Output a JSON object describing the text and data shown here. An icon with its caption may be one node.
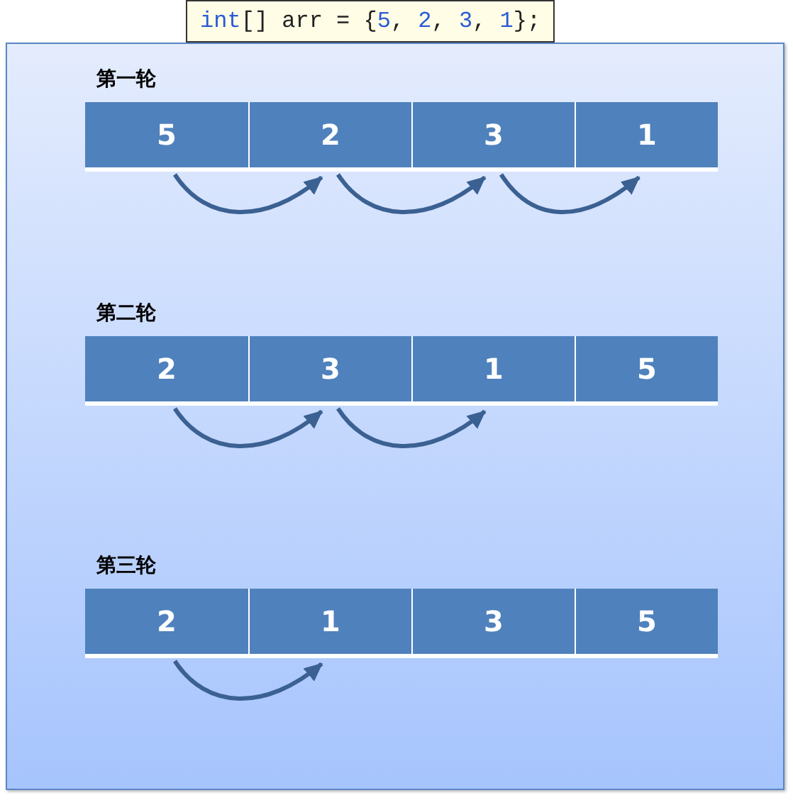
{
  "diagram": {
    "nodes": [
      {
        "text": [
          "int[] arr = {5, 2, 3, 1};"
        ]
      },
      {
        "text": [
          "5"
        ]
      },
      {
        "text": [
          "2"
        ]
      },
      {
        "text": [
          "3"
        ]
      },
      {
        "text": [
          "1"
        ]
      },
      {
        "text": [
          "2"
        ]
      },
      {
        "text": [
          "3"
        ]
      },
      {
        "text": [
          "1"
        ]
      },
      {
        "text": [
          "5"
        ]
      },
      {
        "text": [
          "2"
        ]
      },
      {
        "text": [
          "1"
        ]
      },
      {
        "text": [
          "3"
        ]
      },
      {
        "text": [
          "5"
        ]
      }
    ],
    "edges": [
      {
        "from": 1,
        "to": 2,
        "arrow": "to"
      },
      {
        "from": 2,
        "to": 3,
        "arrow": "to"
      },
      {
        "from": 3,
        "to": 4,
        "arrow": "to"
      },
      {
        "from": 5,
        "to": 6,
        "arrow": "to"
      },
      {
        "from": 6,
        "to": 7,
        "arrow": "to"
      },
      {
        "from": 9,
        "to": 10,
        "arrow": "to"
      }
    ],
    "labels": [
      "第一轮",
      "第二轮",
      "第三轮"
    ]
  }
}
